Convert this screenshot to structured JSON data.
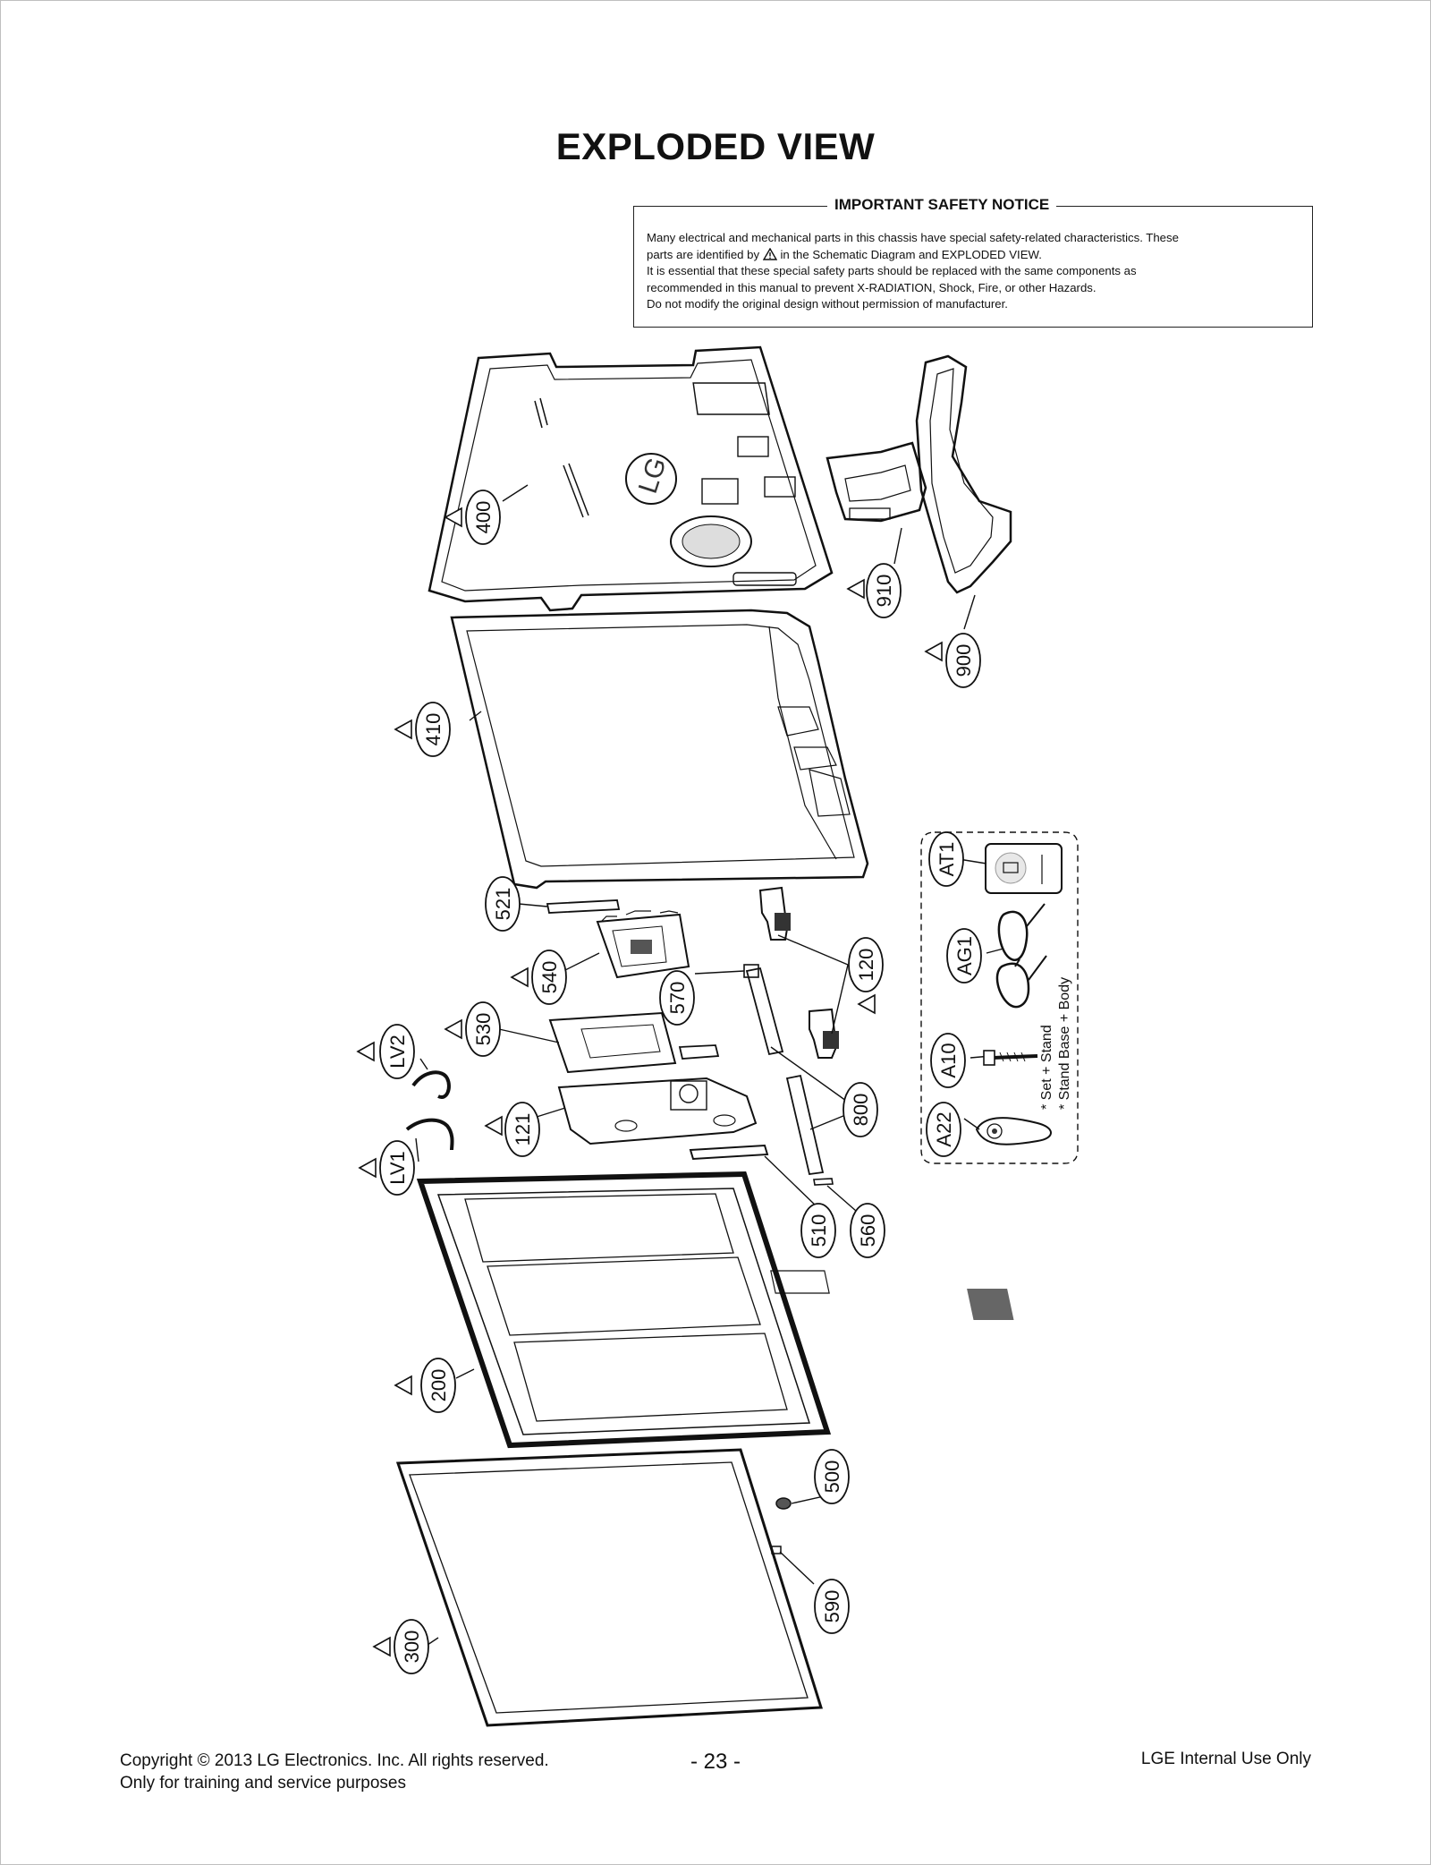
{
  "title": "EXPLODED VIEW",
  "notice": {
    "heading": "IMPORTANT SAFETY NOTICE",
    "line1": "Many electrical and mechanical parts in this chassis have special safety-related characteristics. These",
    "line2a": "parts are identified by",
    "line2b": "in the Schematic Diagram and EXPLODED VIEW.",
    "line3": "It is essential that these special safety parts should be replaced with the same components as",
    "line4": "recommended in this manual to prevent X-RADIATION, Shock, Fire, or other Hazards.",
    "line5": "Do not modify the original design without permission of manufacturer."
  },
  "parts": {
    "p400": "400",
    "p910": "910",
    "p900": "900",
    "p410": "410",
    "p521": "521",
    "p540": "540",
    "p570": "570",
    "p120": "120",
    "p530": "530",
    "pLV2": "LV2",
    "pLV1": "LV1",
    "p121": "121",
    "p800": "800",
    "p510": "510",
    "p560": "560",
    "p200": "200",
    "p500": "500",
    "p590": "590",
    "p300": "300",
    "pAT1": "AT1",
    "pAG1": "AG1",
    "pA10": "A10",
    "pA22": "A22"
  },
  "legend": {
    "line1": "* Set + Stand",
    "line2": "* Stand Base + Body"
  },
  "footer": {
    "copyright": "Copyright  © 2013 LG Electronics. Inc. All rights reserved.",
    "purpose": "Only for training and service purposes",
    "page": "- 23 -",
    "internal": "LGE Internal Use Only"
  }
}
